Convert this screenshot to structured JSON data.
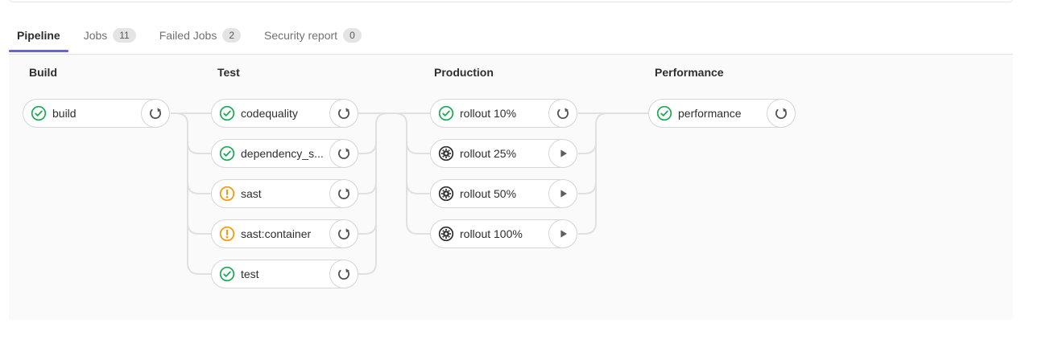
{
  "tabs": [
    {
      "label": "Pipeline",
      "badge": ""
    },
    {
      "label": "Jobs",
      "badge": "11"
    },
    {
      "label": "Failed Jobs",
      "badge": "2"
    },
    {
      "label": "Security report",
      "badge": "0"
    }
  ],
  "colors": {
    "success_green": "#1aaa55",
    "warning_orange": "#fc9403",
    "active_tab_underline": "#6666c4",
    "connector_gray": "#e0e0e0",
    "graph_background": "#fafafa"
  },
  "stages": [
    {
      "name": "Build",
      "jobs": [
        {
          "label": "build",
          "status": "success",
          "action": "retry"
        }
      ]
    },
    {
      "name": "Test",
      "jobs": [
        {
          "label": "codequality",
          "status": "success",
          "action": "retry"
        },
        {
          "label": "dependency_s...",
          "status": "success",
          "action": "retry"
        },
        {
          "label": "sast",
          "status": "warning",
          "action": "retry"
        },
        {
          "label": "sast:container",
          "status": "warning",
          "action": "retry"
        },
        {
          "label": "test",
          "status": "success",
          "action": "retry"
        }
      ]
    },
    {
      "name": "Production",
      "jobs": [
        {
          "label": "rollout 10%",
          "status": "success",
          "action": "retry"
        },
        {
          "label": "rollout 25%",
          "status": "manual",
          "action": "play"
        },
        {
          "label": "rollout 50%",
          "status": "manual",
          "action": "play"
        },
        {
          "label": "rollout 100%",
          "status": "manual",
          "action": "play"
        }
      ]
    },
    {
      "name": "Performance",
      "jobs": [
        {
          "label": "performance",
          "status": "success",
          "action": "retry"
        }
      ]
    }
  ]
}
